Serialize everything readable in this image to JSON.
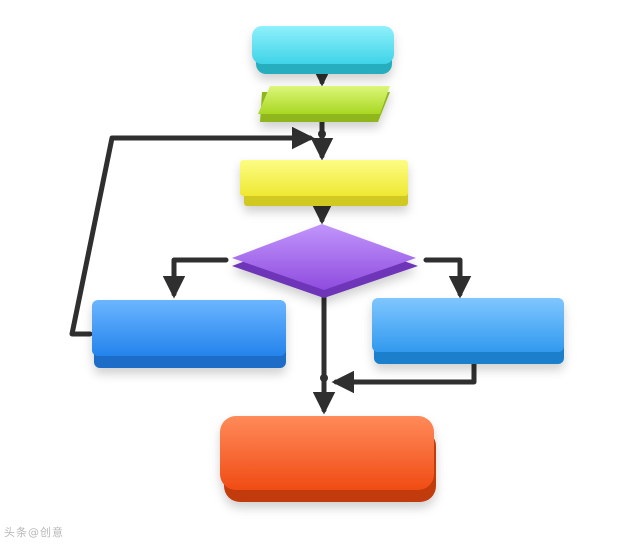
{
  "diagram": {
    "type": "flowchart",
    "node_text": "",
    "colors": {
      "start": "#3fd3e8",
      "process_a": "#b4e02e",
      "process_b": "#f1f03a",
      "decision": "#9a5ae6",
      "branch_left": "#2d8ff0",
      "branch_right": "#3aa8f2",
      "end": "#ff5a24",
      "connector": "#2f2f2f"
    },
    "nodes": [
      {
        "id": "start",
        "shape": "rounded-rect",
        "label": ""
      },
      {
        "id": "process_a",
        "shape": "parallelogram",
        "label": ""
      },
      {
        "id": "process_b",
        "shape": "rectangle",
        "label": ""
      },
      {
        "id": "decision",
        "shape": "diamond",
        "label": ""
      },
      {
        "id": "branch_left",
        "shape": "rectangle",
        "label": ""
      },
      {
        "id": "branch_right",
        "shape": "rectangle",
        "label": ""
      },
      {
        "id": "end",
        "shape": "rounded-rect",
        "label": ""
      }
    ],
    "edges": [
      {
        "from": "start",
        "to": "process_a"
      },
      {
        "from": "process_a",
        "to": "process_b"
      },
      {
        "from": "process_b",
        "to": "decision"
      },
      {
        "from": "decision",
        "to": "branch_left"
      },
      {
        "from": "decision",
        "to": "branch_right"
      },
      {
        "from": "decision",
        "to": "end"
      },
      {
        "from": "branch_left",
        "to": "process_b"
      },
      {
        "from": "branch_right",
        "to": "end"
      }
    ]
  },
  "watermark": "头条@创意"
}
